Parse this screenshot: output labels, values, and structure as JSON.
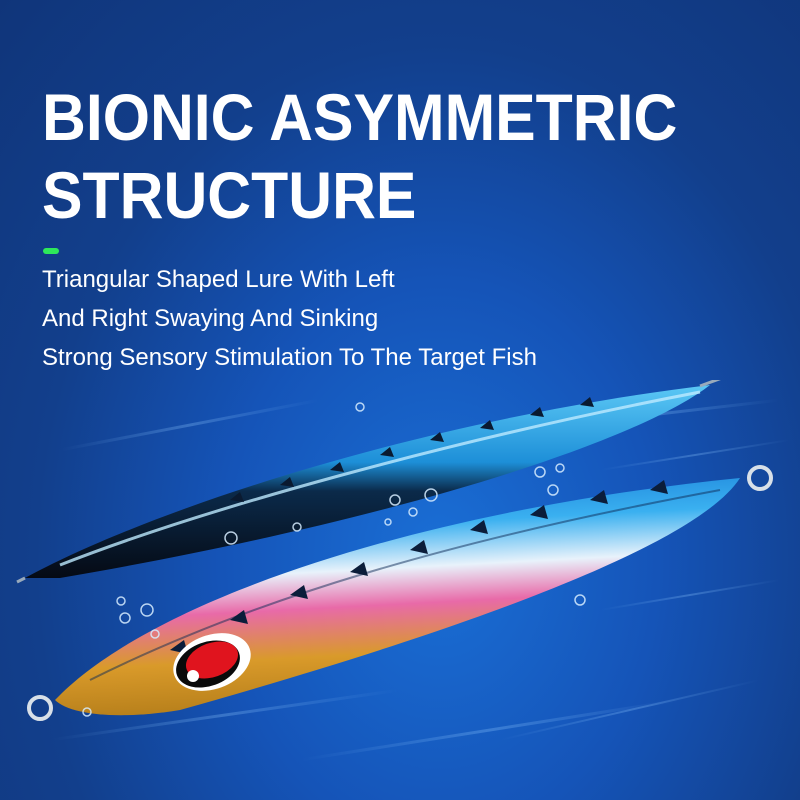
{
  "headline": {
    "line1": "BIONIC ASYMMETRIC",
    "line2": "STRUCTURE"
  },
  "accent_color": "#2ee85a",
  "description": [
    "Triangular Shaped Lure With Left",
    "And Right Swaying And Sinking",
    "Strong Sensory Stimulation To The Target Fish"
  ],
  "colors": {
    "background_dark": "#10357a",
    "background_light": "#1a6fd6",
    "lure_blue": "#1ea0e6",
    "lure_pink": "#e86aa8",
    "lure_gold": "#d4a020",
    "eye_red": "#e0141e"
  }
}
